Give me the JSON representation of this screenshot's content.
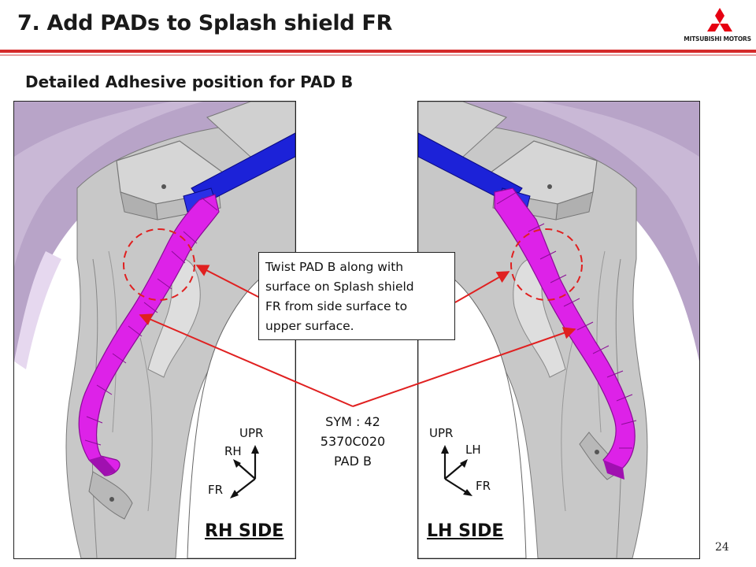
{
  "header": {
    "title": "7. Add PADs to Splash shield FR",
    "brand": "MITSUBISHI MOTORS",
    "accent_color": "#d42a2a"
  },
  "subtitle": "Detailed Adhesive position for PAD B",
  "callout": {
    "lines": [
      "Twist PAD B along with",
      "surface on Splash shield",
      "FR from side surface to",
      "upper surface."
    ]
  },
  "part_info": {
    "lines": [
      "SYM : 42",
      "5370C020",
      "PAD B"
    ]
  },
  "rh_panel": {
    "side_label": "RH SIDE",
    "axes": {
      "up": "UPR",
      "side": "RH",
      "forward": "FR"
    }
  },
  "lh_panel": {
    "side_label": "LH SIDE",
    "axes": {
      "up": "UPR",
      "side": "LH",
      "forward": "FR"
    }
  },
  "page_number": "24",
  "colors": {
    "pad": "#dd22e8",
    "pad_dark": "#a010b0",
    "bracket": "#1c22d8",
    "shield": "#b8a4c8",
    "metal": "#c8c8c8",
    "leader": "#e02020"
  }
}
